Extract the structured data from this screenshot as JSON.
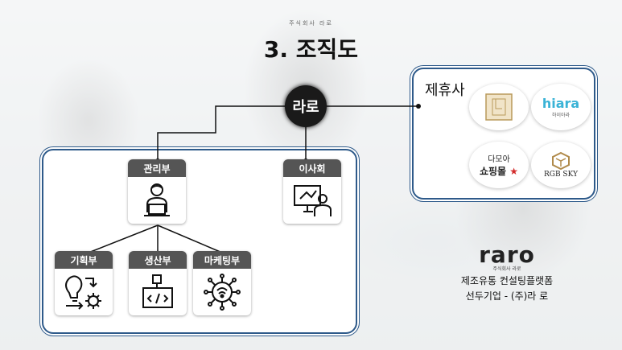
{
  "header": {
    "subtitle": "주식회사 라로",
    "title": "3. 조직도"
  },
  "center": {
    "logo_text": "라로"
  },
  "org": {
    "admin": {
      "label": "관리부"
    },
    "board": {
      "label": "이사회"
    },
    "planning": {
      "label": "기획부"
    },
    "production": {
      "label": "생산부"
    },
    "marketing": {
      "label": "마케팅부"
    }
  },
  "partners": {
    "title": "제휴사",
    "items": [
      {
        "name": "",
        "sub": ""
      },
      {
        "name": "hiara",
        "sub": "하이아라"
      },
      {
        "name": "다모아",
        "sub": "쇼핑몰"
      },
      {
        "name": "RGB SKY",
        "sub": ""
      }
    ]
  },
  "brand": {
    "wordmark": "raro",
    "small": "주식회사 라로",
    "line1": "제조유통 컨설팅플랫폼",
    "line2": "선두기업 - (주)라 로"
  },
  "colors": {
    "frame": "#2e5a8a",
    "card_header": "#555555",
    "accent_red": "#d32b2b"
  }
}
